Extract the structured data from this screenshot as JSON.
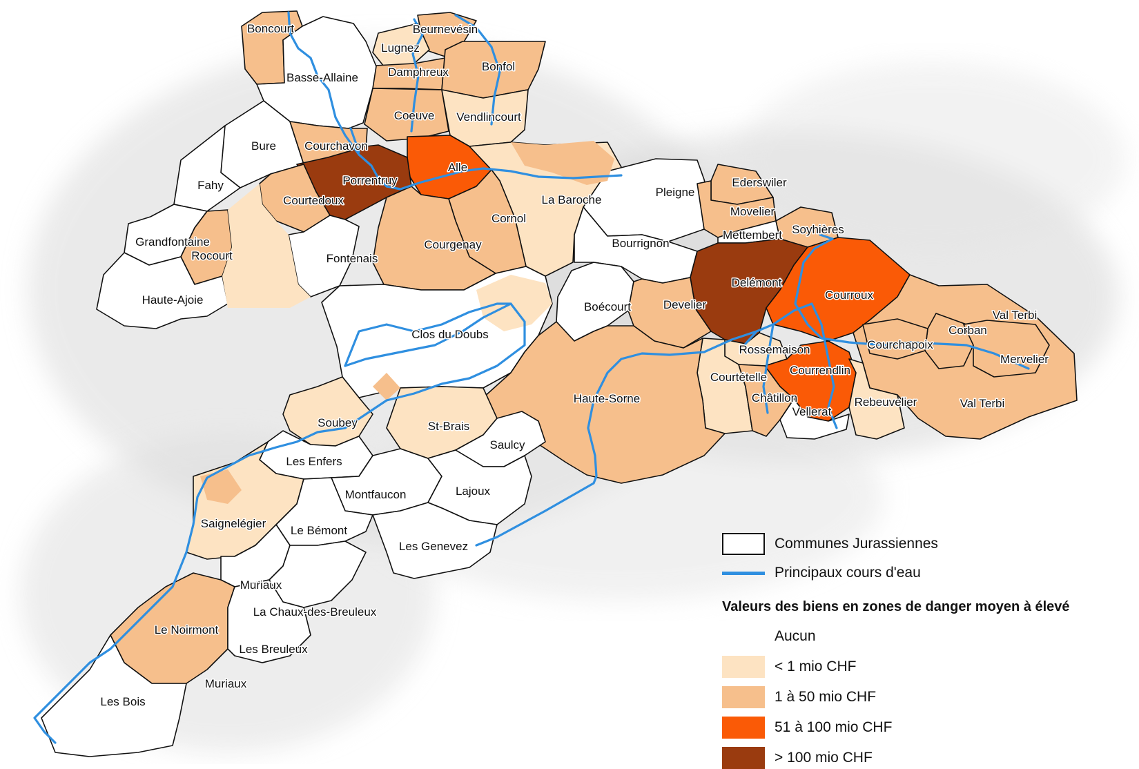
{
  "colors": {
    "aucun": "#ffffff",
    "lt1": "#fde3c2",
    "c1_50": "#f6bf8c",
    "c51_100": "#fa5a06",
    "gt100": "#9a3b0f",
    "river": "#2f8fe0",
    "border": "#111111"
  },
  "legend": {
    "communes_label": "Communes Jurassiennes",
    "rivers_label": "Principaux cours d'eau",
    "values_title": "Valeurs des biens en zones de danger moyen à élevé",
    "classes": [
      {
        "label": "Aucun",
        "color_key": "aucun"
      },
      {
        "label": "< 1 mio CHF",
        "color_key": "lt1"
      },
      {
        "label": "1 à 50 mio CHF",
        "color_key": "c1_50"
      },
      {
        "label": "51 à 100 mio CHF",
        "color_key": "c51_100"
      },
      {
        "label": "> 100 mio CHF",
        "color_key": "gt100"
      }
    ]
  },
  "communes": [
    {
      "name": "Boncourt",
      "cls": "c1_50"
    },
    {
      "name": "Beurnevésin",
      "cls": "c1_50"
    },
    {
      "name": "Lugnez",
      "cls": "lt1"
    },
    {
      "name": "Damphreux",
      "cls": "c1_50"
    },
    {
      "name": "Bonfol",
      "cls": "c1_50"
    },
    {
      "name": "Basse-Allaine",
      "cls": "aucun"
    },
    {
      "name": "Coeuve",
      "cls": "c1_50"
    },
    {
      "name": "Vendlincourt",
      "cls": "lt1"
    },
    {
      "name": "Bure",
      "cls": "aucun"
    },
    {
      "name": "Courchavon",
      "cls": "c1_50"
    },
    {
      "name": "Alle",
      "cls": "c51_100"
    },
    {
      "name": "Porrentruy",
      "cls": "gt100"
    },
    {
      "name": "Fahy",
      "cls": "aucun"
    },
    {
      "name": "Courtedoux",
      "cls": "c1_50"
    },
    {
      "name": "La Baroche",
      "cls": "lt1"
    },
    {
      "name": "Pleigne",
      "cls": "aucun"
    },
    {
      "name": "Ederswiler",
      "cls": "c1_50"
    },
    {
      "name": "Movelier",
      "cls": "c1_50"
    },
    {
      "name": "Cornol",
      "cls": "c1_50"
    },
    {
      "name": "Grandfontaine",
      "cls": "aucun"
    },
    {
      "name": "Rocourt",
      "cls": "c1_50"
    },
    {
      "name": "Fontenais",
      "cls": "aucun"
    },
    {
      "name": "Courgenay",
      "cls": "c1_50"
    },
    {
      "name": "Bourrignon",
      "cls": "aucun"
    },
    {
      "name": "Mettembert",
      "cls": "aucun"
    },
    {
      "name": "Soyhières",
      "cls": "c1_50"
    },
    {
      "name": "Haute-Ajoie",
      "cls": "aucun"
    },
    {
      "name": "Delémont",
      "cls": "gt100"
    },
    {
      "name": "Courroux",
      "cls": "c51_100"
    },
    {
      "name": "Boécourt",
      "cls": "aucun"
    },
    {
      "name": "Develier",
      "cls": "c1_50"
    },
    {
      "name": "Val Terbi",
      "cls": "c1_50"
    },
    {
      "name": "Clos du Doubs",
      "cls": "aucun"
    },
    {
      "name": "Corban",
      "cls": "c1_50"
    },
    {
      "name": "Rossemaison",
      "cls": "lt1"
    },
    {
      "name": "Courchapoix",
      "cls": "c1_50"
    },
    {
      "name": "Mervelier",
      "cls": "c1_50"
    },
    {
      "name": "Courrendlin",
      "cls": "c51_100"
    },
    {
      "name": "Courtételle",
      "cls": "lt1"
    },
    {
      "name": "Haute-Sorne",
      "cls": "c1_50"
    },
    {
      "name": "Châtillon",
      "cls": "c1_50"
    },
    {
      "name": "Rebeuvelier",
      "cls": "lt1"
    },
    {
      "name": "Vellerat",
      "cls": "aucun"
    },
    {
      "name": "Soubey",
      "cls": "lt1"
    },
    {
      "name": "St-Brais",
      "cls": "lt1"
    },
    {
      "name": "Saulcy",
      "cls": "aucun"
    },
    {
      "name": "Les Enfers",
      "cls": "aucun"
    },
    {
      "name": "Montfaucon",
      "cls": "aucun"
    },
    {
      "name": "Lajoux",
      "cls": "aucun"
    },
    {
      "name": "Saignelégier",
      "cls": "lt1"
    },
    {
      "name": "Le Bémont",
      "cls": "aucun"
    },
    {
      "name": "Les Genevez",
      "cls": "aucun"
    },
    {
      "name": "Muriaux",
      "cls": "aucun"
    },
    {
      "name": "La Chaux-des-Breuleux",
      "cls": "aucun"
    },
    {
      "name": "Le Noirmont",
      "cls": "c1_50"
    },
    {
      "name": "Les Breuleux",
      "cls": "aucun"
    },
    {
      "name": "Les Bois",
      "cls": "aucun"
    }
  ]
}
